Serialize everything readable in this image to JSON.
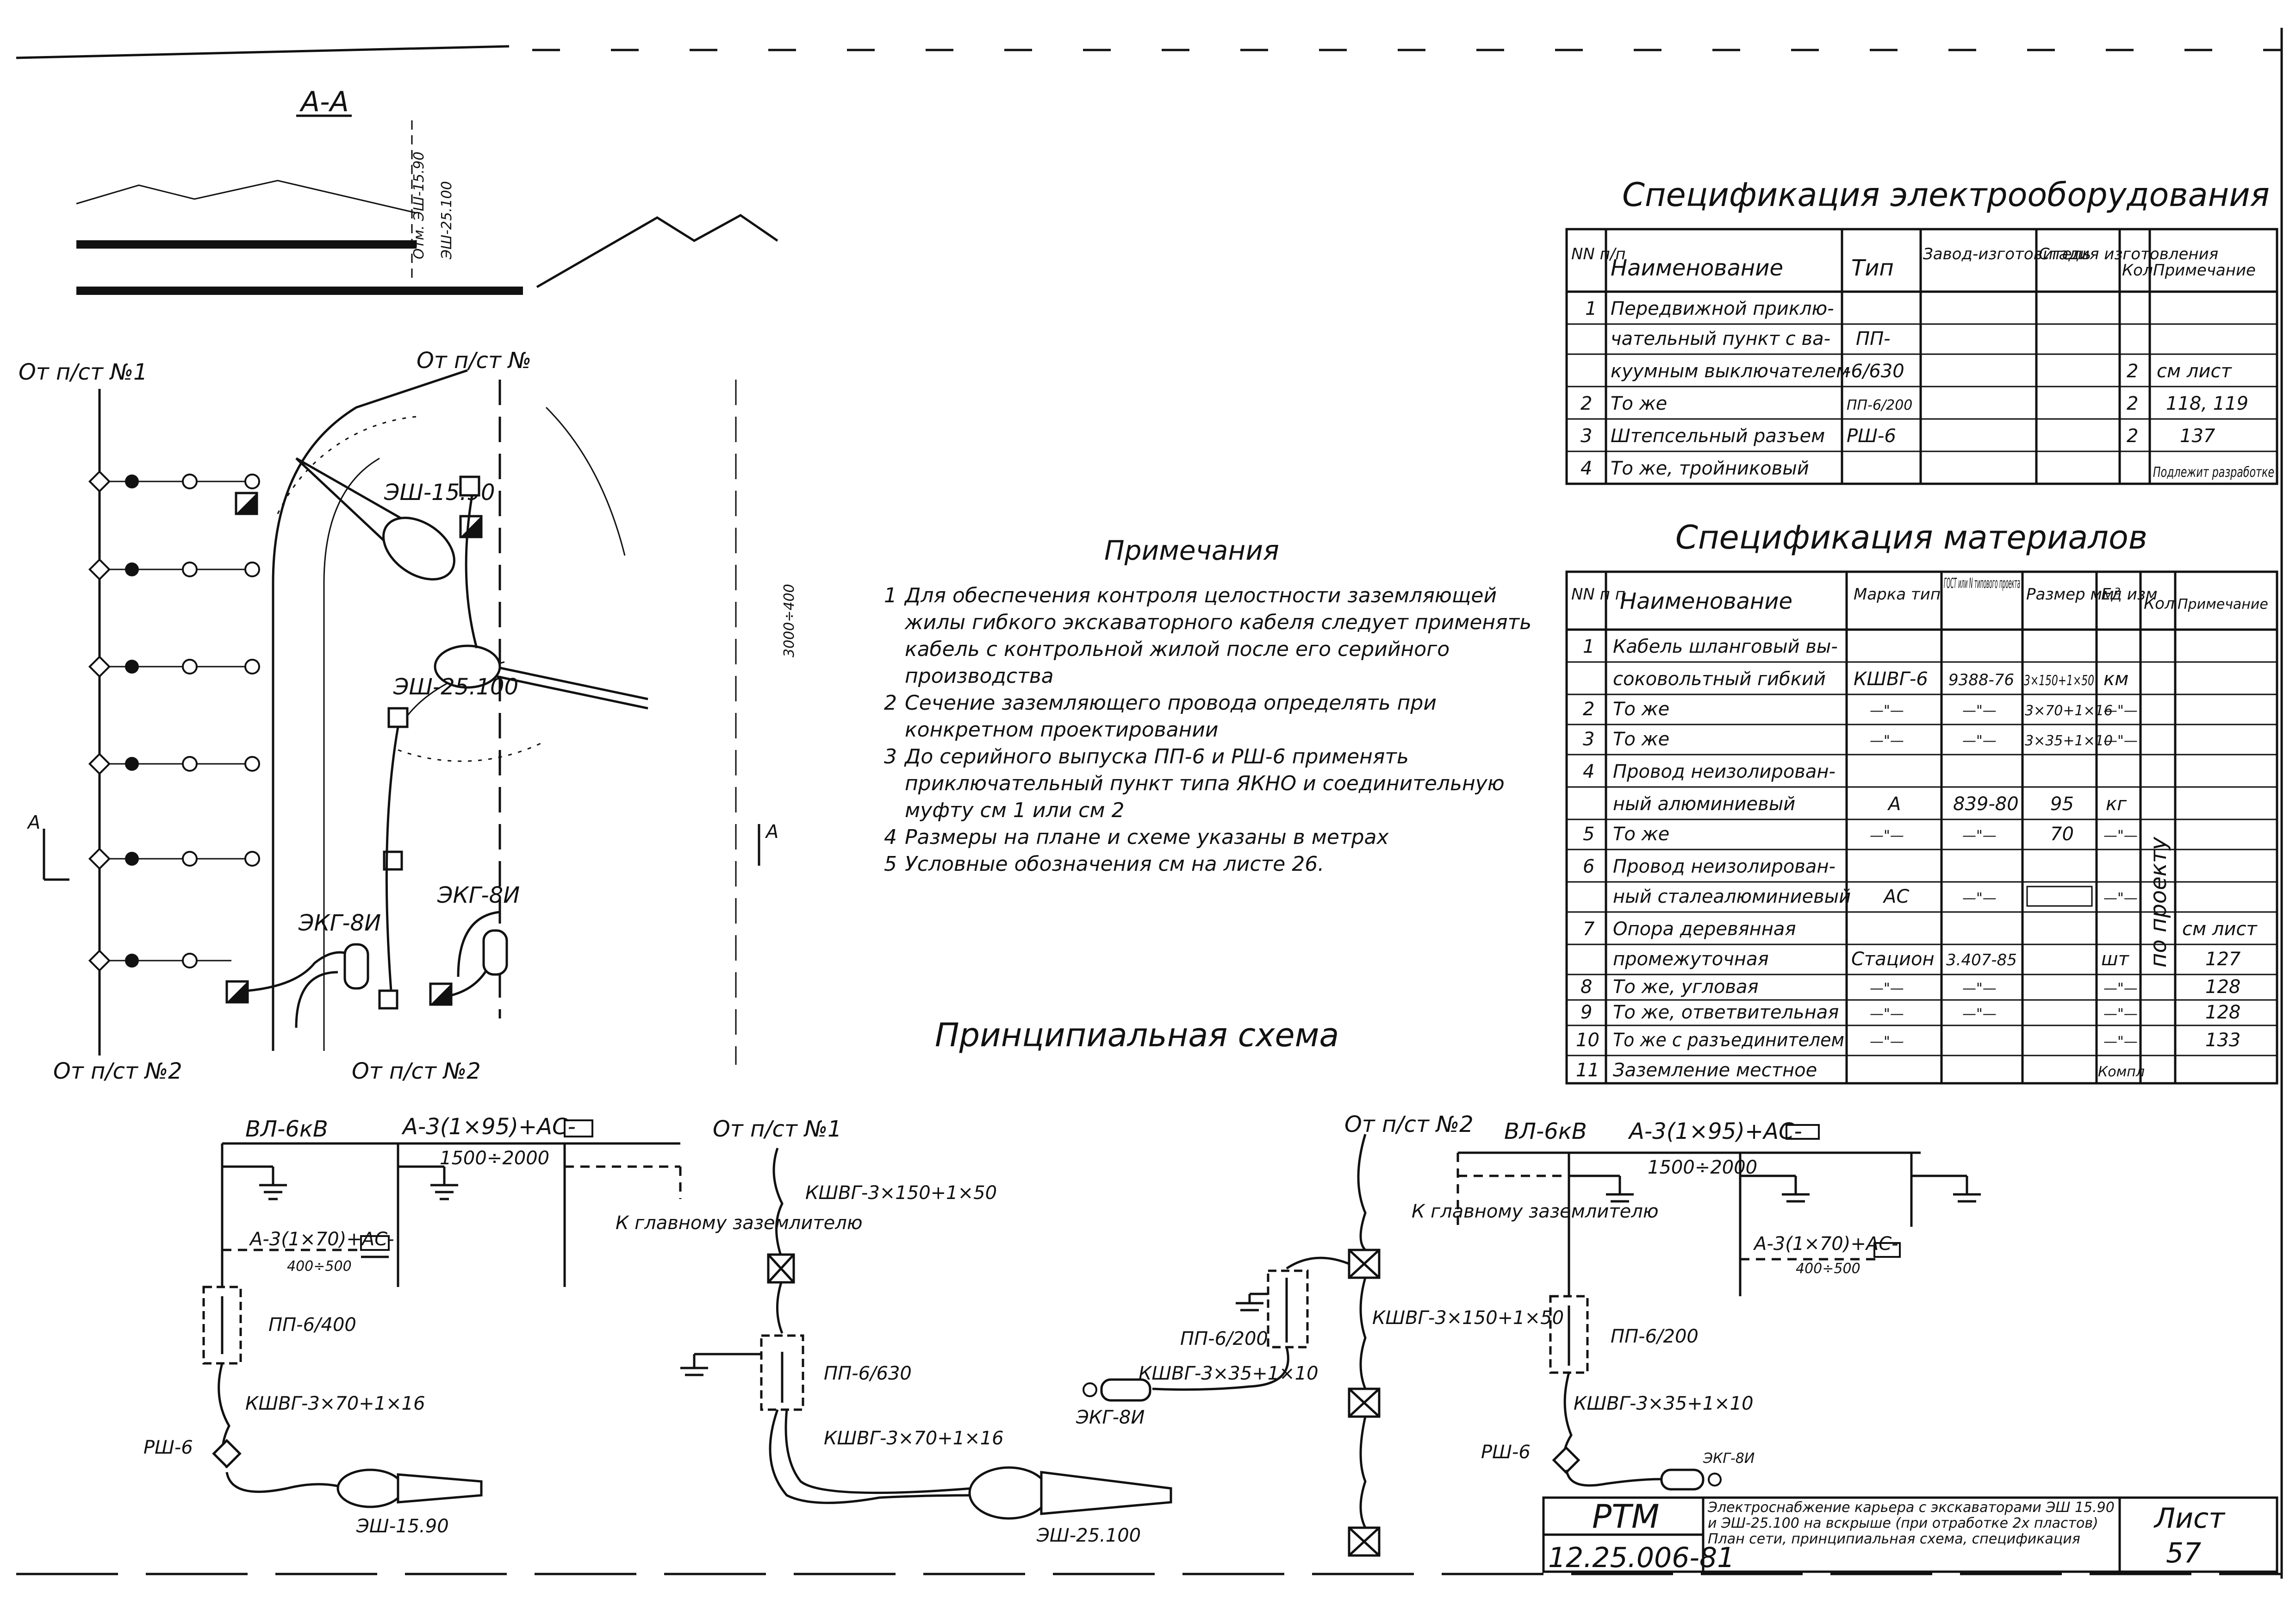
{
  "section": {
    "label": "А-А",
    "levels": [
      "Отм. ЭШ-15.90",
      "ЭШ-25.100"
    ]
  },
  "plan": {
    "from_ps1": "От п/ст №1",
    "from_ps1_top": "От п/ст №",
    "from_ps2_left": "От п/ст №2",
    "from_ps2_bottom": "От п/ст №2",
    "eq_esh15": "ЭШ-15.90",
    "eq_esh25": "ЭШ-25.100",
    "eq_ekg8i_a": "ЭКГ-8И",
    "eq_ekg8i_b": "ЭКГ-8И",
    "section_mark": "А",
    "dim_vertical": "3000÷400"
  },
  "notes": {
    "title": "Примечания",
    "items": [
      {
        "n": "1",
        "text": "Для обеспечения контроля целостности заземляющей жилы гибкого экскаваторного кабеля следует применять кабель с контрольной жилой после его серийного производства"
      },
      {
        "n": "2",
        "text": "Сечение заземляющего провода определять при конкретном проектировании"
      },
      {
        "n": "3",
        "text": "До серийного выпуска ПП-6 и РШ-6 применять приключательный пункт типа ЯКНО и соединительную муфту см 1 или см 2"
      },
      {
        "n": "4",
        "text": "Размеры на плане и схеме указаны в метрах"
      },
      {
        "n": "5",
        "text": "Условные обозначения см на листе 26."
      }
    ]
  },
  "spec_equipment": {
    "title": "Спецификация электрооборудования",
    "headers": [
      "NN п/п",
      "Наименование",
      "Тип",
      "Завод-изготовитель",
      "Стадия изготовления",
      "Кол",
      "Примечание"
    ],
    "rows": [
      [
        "1",
        "Передвижной приклю-",
        "",
        "",
        "",
        "",
        ""
      ],
      [
        "",
        "чательный пункт с ва-",
        "ПП-",
        "",
        "",
        "",
        ""
      ],
      [
        "",
        "куумным выключателем",
        "-6/630",
        "",
        "",
        "2",
        "см лист"
      ],
      [
        "2",
        "То же",
        "ПП-6/200",
        "",
        "",
        "2",
        "118, 119"
      ],
      [
        "3",
        "Штепсельный разъем",
        "РШ-6",
        "",
        "",
        "2",
        "137"
      ],
      [
        "4",
        "То же, тройниковый",
        "",
        "",
        "",
        "",
        "Подлежит разработке"
      ]
    ]
  },
  "spec_materials": {
    "title": "Спецификация материалов",
    "headers": [
      "NN п п",
      "Наименование",
      "Марка тип",
      "ГОСТ или N типового проекта",
      "Размер мм²",
      "Ед изм",
      "Кол",
      "Примечание"
    ],
    "rows": [
      [
        "1",
        "Кабель шланговый вы-",
        "",
        "",
        "",
        "",
        ""
      ],
      [
        "",
        "соковольтный гибкий",
        "КШВГ-6",
        "9388-76",
        "3×150+1×50",
        "км",
        ""
      ],
      [
        "2",
        "То же",
        "—\"—",
        "—\"—",
        "3×70+1×16",
        "—\"—",
        ""
      ],
      [
        "3",
        "То же",
        "—\"—",
        "—\"—",
        "3×35+1×10",
        "—\"—",
        ""
      ],
      [
        "4",
        "Провод неизолирован-",
        "",
        "",
        "",
        "",
        ""
      ],
      [
        "",
        "ный алюминиевый",
        "А",
        "839-80",
        "95",
        "кг",
        ""
      ],
      [
        "5",
        "То же",
        "—\"—",
        "—\"—",
        "70",
        "—\"—",
        ""
      ],
      [
        "6",
        "Провод неизолирован-",
        "",
        "",
        "",
        "",
        ""
      ],
      [
        "",
        "ный сталеалюминиевый",
        "АС",
        "—\"—",
        "",
        "—\"—",
        ""
      ],
      [
        "7",
        "Опора деревянная",
        "",
        "",
        "",
        "",
        "см лист"
      ],
      [
        "",
        "промежуточная",
        "Стацион",
        "3.407-85",
        "",
        "шт",
        "127"
      ],
      [
        "8",
        "То же, угловая",
        "—\"—",
        "—\"—",
        "",
        "—\"—",
        "128"
      ],
      [
        "9",
        "То же, ответвительная",
        "—\"—",
        "—\"—",
        "",
        "—\"—",
        "128"
      ],
      [
        "10",
        "То же с разъединителем",
        "—\"—",
        "",
        "",
        "—\"—",
        "133"
      ],
      [
        "11",
        "Заземление местное",
        "",
        "",
        "",
        "Компл",
        ""
      ]
    ],
    "qty_note": "по проекту"
  },
  "schematic": {
    "title": "Принципиальная схема",
    "left": {
      "line": "ВЛ-6кВ",
      "wire_main": "А-3(1×95)+АС-",
      "span_main": "1500÷2000",
      "wire_branch": "А-3(1×70)+АС-",
      "span_branch": "400÷500",
      "ground_label": "К главному заземлителю",
      "pp": "ПП-6/400",
      "cable": "КШВГ-3×70+1×16",
      "rsh": "РШ-6",
      "machine": "ЭШ-15.90"
    },
    "middle": {
      "from": "От п/ст №1",
      "cable_main": "КШВГ-3×150+1×50",
      "pp": "ПП-6/630",
      "cable_out": "КШВГ-3×70+1×16",
      "machine": "ЭШ-25.100"
    },
    "center": {
      "pp": "ПП-6/200",
      "cable": "КШВГ-3×35+1×10",
      "machine": "ЭКГ-8И",
      "cable_main": "КШВГ-3×150+1×50"
    },
    "right": {
      "from": "От п/ст №2",
      "line": "ВЛ-6кВ",
      "wire_main": "А-3(1×95)+АС-",
      "span_main": "1500÷2000",
      "ground_label": "К главному заземлителю",
      "wire_branch": "А-3(1×70)+АС-",
      "span_branch": "400÷500",
      "pp": "ПП-6/200",
      "cable": "КШВГ-3×35+1×10",
      "rsh": "РШ-6",
      "machine": "ЭКГ-8И"
    }
  },
  "title_block": {
    "code_top": "РТМ",
    "code_bottom": "12.25.006-81",
    "description": "Электроснабжение карьера с экскаваторами ЭШ 15.90 и ЭШ-25.100 на вскрыше (при отработке 2х пластов) План сети, принципиальная схема, спецификация",
    "sheet_label": "Лист",
    "sheet_no": "57"
  }
}
